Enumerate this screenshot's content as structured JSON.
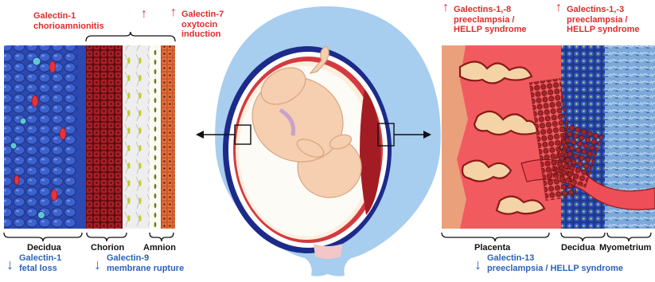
{
  "annotations": {
    "galectin1_up": {
      "arrow": "↑",
      "line1": "Galectin-1",
      "line2": "chorioamnionitis"
    },
    "galectin7_up": {
      "arrow": "↑",
      "line1": "Galectin-7",
      "line2": "oxytocin",
      "line3": "induction"
    },
    "galectin1_down": {
      "arrow": "↓",
      "line1": "Galectin-1",
      "line2": "fetal loss"
    },
    "galectin9_down": {
      "arrow": "↓",
      "line1": "Galectin-9",
      "line2": "membrane rupture"
    },
    "galectins18_up": {
      "arrow": "↑",
      "line1": "Galectins-1,-8",
      "line2": "preeclampsia /",
      "line3": "HELLP syndrome"
    },
    "galectins13_up": {
      "arrow": "↑",
      "line1": "Galectins-1,-3",
      "line2": "preeclampsia /",
      "line3": "HELLP syndrome"
    },
    "galectin13_down": {
      "arrow": "↓",
      "line1": "Galectin-13",
      "line2": "preeclampsia / HELLP syndrome"
    }
  },
  "layer_labels": {
    "decidua_left": "Decidua",
    "chorion": "Chorion",
    "amnion": "Amnion",
    "placenta": "Placenta",
    "decidua_right": "Decidua",
    "myometrium": "Myometrium"
  },
  "colors": {
    "up_text": "#e02b2b",
    "down_text": "#2a62b8",
    "uterus": "#8fbfe8",
    "decidua_blue": "#2f4fb5",
    "chorion_red": "#9b1b1b",
    "placenta_pink": "#f05e63"
  }
}
